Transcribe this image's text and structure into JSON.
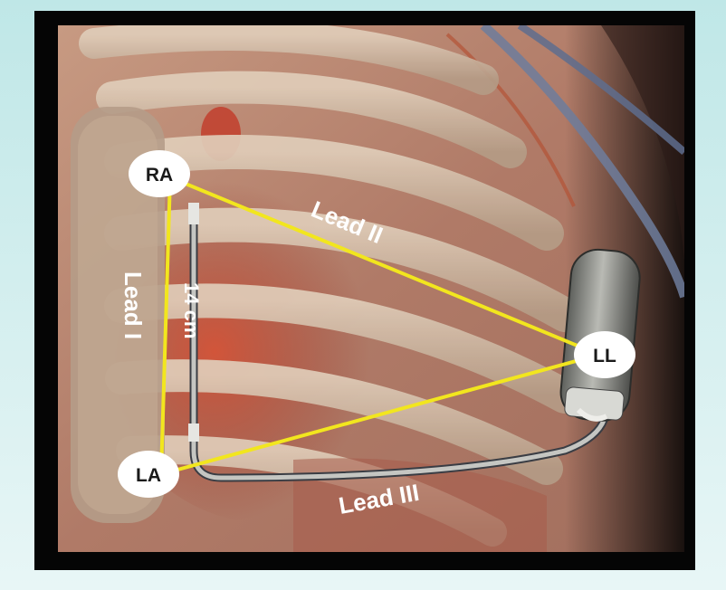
{
  "electrodes": {
    "ra": "RA",
    "la": "LA",
    "ll": "LL"
  },
  "leads": {
    "lead_i": "Lead I",
    "lead_ii": "Lead II",
    "lead_iii": "Lead III"
  },
  "distance_label": "14 cm",
  "colors": {
    "lead_line": "#f2e61e",
    "electrode_fill": "#ffffff",
    "border": "#050505",
    "frame": "#bfe7e7"
  }
}
